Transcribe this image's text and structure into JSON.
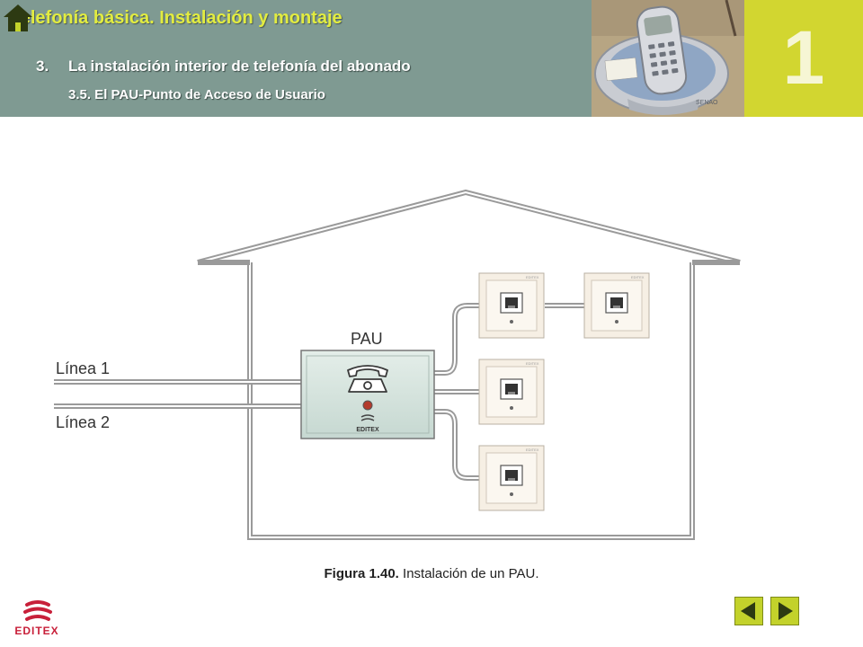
{
  "header": {
    "course_title": "Telefonía básica. Instalación y montaje",
    "section_number": "3.",
    "section_title": "La instalación interior de telefonía del abonado",
    "subsection_title": "3.5. El PAU-Punto de Acceso de Usuario",
    "chapter_number": "1",
    "photo_brand": "SENAO"
  },
  "diagram": {
    "pau_label": "PAU",
    "line1_label": "Línea 1",
    "line2_label": "Línea 2",
    "pau_brand": "EDITEX",
    "socket_brand": "EDITEX"
  },
  "caption": {
    "label": "Figura 1.40.",
    "text": " Instalación de un PAU."
  },
  "footer": {
    "logo_text": "EDITEX"
  },
  "colors": {
    "header_bg": "#7f9a92",
    "title_yellow": "#e2ec40",
    "chapter_box": "#d2d630",
    "nav_green": "#c3d22b",
    "brand_red": "#c8203a"
  }
}
